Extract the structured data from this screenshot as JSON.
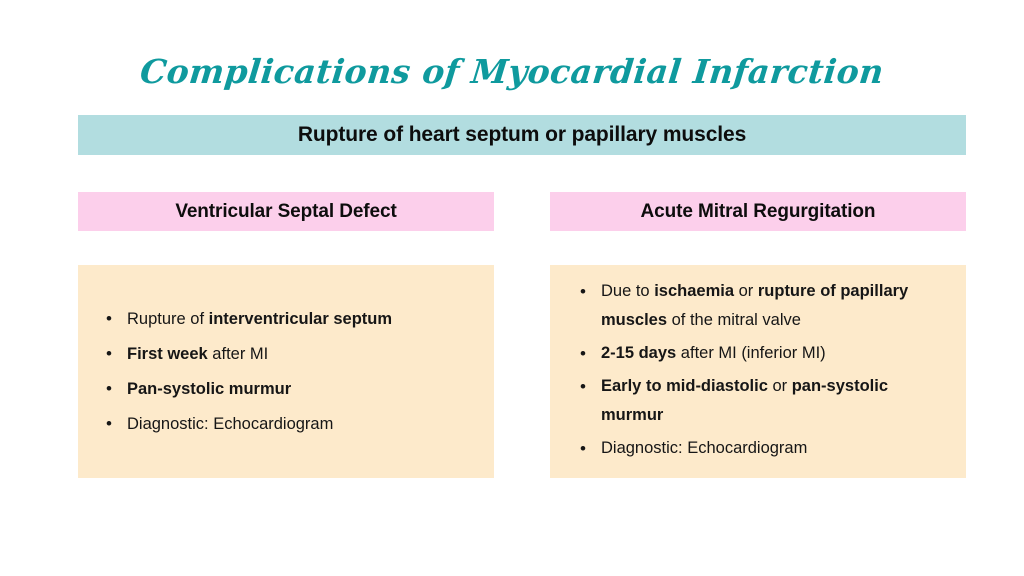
{
  "slide": {
    "title": "Complications of Myocardial Infarction",
    "banner": {
      "text": "Rupture of heart septum or papillary muscles",
      "bg_color": "#b2dde0"
    },
    "columns": [
      {
        "heading": "Ventricular Septal Defect",
        "heading_bg_color": "#fccfeb",
        "body_bg_color": "#fdeacb",
        "bullets": [
          "Rupture of <b>interventricular septum</b>",
          "<b>First week</b> after MI",
          "<b>Pan-systolic murmur</b>",
          "Diagnostic: Echocardiogram"
        ],
        "bullets_plain": [
          "Rupture of interventricular septum",
          "First week after MI",
          "Pan-systolic murmur",
          "Diagnostic: Echocardiogram"
        ]
      },
      {
        "heading": "Acute Mitral Regurgitation",
        "heading_bg_color": "#fccfeb",
        "body_bg_color": "#fdeacb",
        "bullets": [
          "Due to <b>ischaemia</b> or <b>rupture of papillary muscles</b> of the mitral valve",
          "<b>2-15 days</b> after MI (inferior MI)",
          "<b>Early to mid-diastolic</b> or <b>pan-systolic murmur</b>",
          "Diagnostic: Echocardiogram"
        ],
        "bullets_plain": [
          "Due to ischaemia or rupture of papillary muscles of the mitral valve",
          "2-15 days after MI (inferior MI)",
          "Early to mid-diastolic or pan-systolic murmur",
          "Diagnostic: Echocardiogram"
        ]
      }
    ],
    "colors": {
      "title": "#0f9a9e",
      "background": "#ffffff",
      "text": "#161616"
    }
  }
}
